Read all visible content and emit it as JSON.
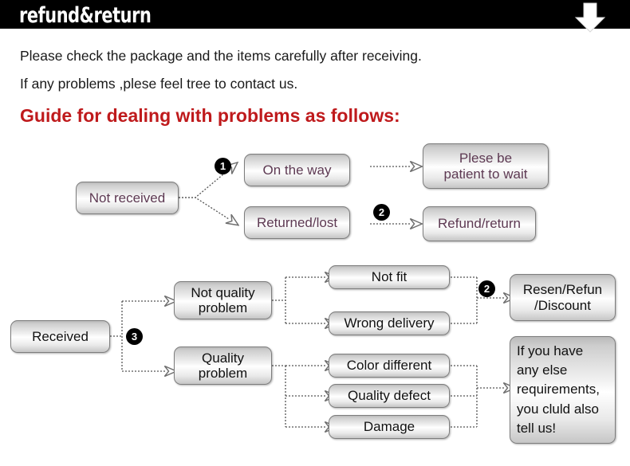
{
  "header": {
    "title": "refund&return",
    "arrow_icon": "down-arrow-icon",
    "bg_color": "#000000",
    "text_color": "#ffffff"
  },
  "intro": {
    "line1": "Please check the package and the items carefully after receiving.",
    "line2": "If any problems ,plese feel tree to contact us.",
    "heading": "Guide for dealing with problems as follows:",
    "heading_color": "#bf1a1c"
  },
  "diagram_top": {
    "boxes": {
      "not_received": "Not received",
      "on_the_way": "On the way",
      "returned_lost": "Returned/lost",
      "please_wait": "Plese be\npatient to wait",
      "refund_return": "Refund/return"
    },
    "badges": {
      "one": "1",
      "two": "2"
    },
    "text_color": "#5d3952"
  },
  "diagram_bottom": {
    "boxes": {
      "received": "Received",
      "not_quality_problem": "Not quality\nproblem",
      "quality_problem": "Quality\nproblem",
      "not_fit": "Not fit",
      "wrong_delivery": "Wrong delivery",
      "color_different": "Color different",
      "quality_defect": "Quality defect",
      "damage": "Damage",
      "resend_refund_discount": "Resen/Refun\n/Discount",
      "extra_note": "If you have\nany else\nrequirements,\nyou cluld also\ntell us!"
    },
    "badges": {
      "three": "3",
      "two": "2"
    },
    "text_color": "#111111"
  },
  "style": {
    "box_border": "#7d7d7d",
    "connector_color": "#555555",
    "page_bg": "#ffffff"
  }
}
